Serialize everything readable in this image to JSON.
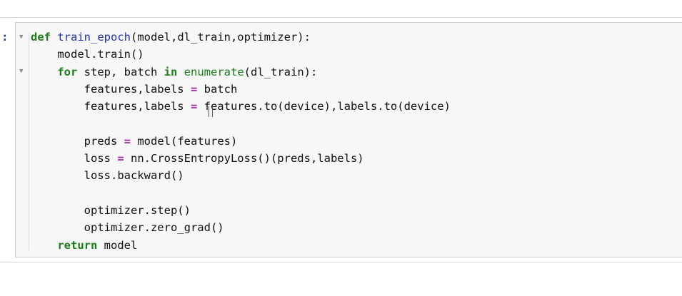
{
  "cell": {
    "prompt": ":",
    "fold_icon": "triangle-down-icon"
  },
  "code": {
    "l1": {
      "kw": "def",
      "name": "train_epoch",
      "rest": "(model,dl_train,optimizer):"
    },
    "l2": {
      "text": "model.train()"
    },
    "l3": {
      "kw1": "for",
      "mid1": " step, batch ",
      "kw2": "in",
      "sp": " ",
      "bi": "enumerate",
      "rest": "(dl_train):"
    },
    "l4": {
      "left": "features,labels ",
      "op": "=",
      "right": " batch"
    },
    "l5": {
      "left": "features,labels ",
      "op": "=",
      "right": " features.to(device),labels.to(device)"
    },
    "l7": {
      "left": "preds ",
      "op": "=",
      "right": " model(features)"
    },
    "l8": {
      "left": "loss ",
      "op": "=",
      "right": " nn.CrossEntropyLoss()(preds,labels)"
    },
    "l9": {
      "text": "loss.backward()"
    },
    "l11": {
      "text": "optimizer.step()"
    },
    "l12": {
      "text": "optimizer.zero_grad()"
    },
    "l13": {
      "kw": "return",
      "rest": " model"
    }
  },
  "colors": {
    "keyword": "#1a7f1a",
    "function_name": "#1f2fb0",
    "operator": "#a51fa5",
    "cell_background": "#f7f7f7"
  }
}
